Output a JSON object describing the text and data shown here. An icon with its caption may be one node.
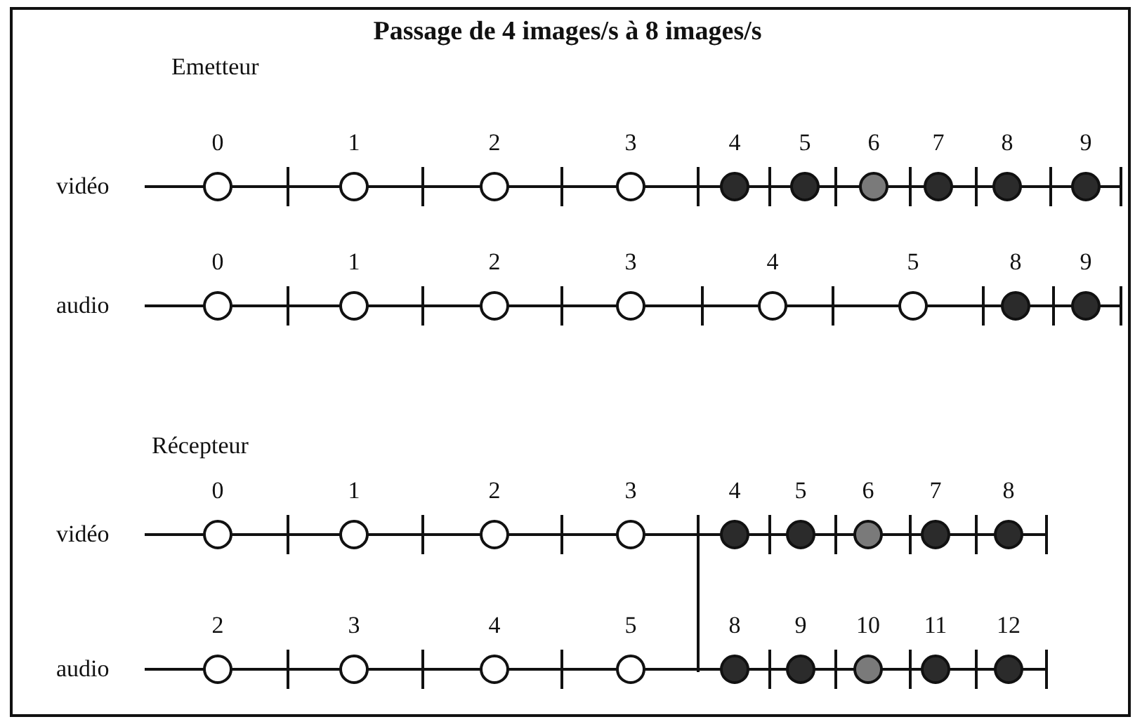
{
  "diagram": {
    "title": "Passage de 4 images/s à 8 images/s",
    "nodes": [
      {
        "text": [
          "0"
        ]
      },
      {
        "text": [
          "1"
        ]
      },
      {
        "text": [
          "2"
        ]
      },
      {
        "text": [
          "3"
        ]
      },
      {
        "text": [
          "4"
        ]
      },
      {
        "text": [
          "5"
        ]
      },
      {
        "text": [
          "6"
        ]
      },
      {
        "text": [
          "7"
        ]
      },
      {
        "text": [
          "8"
        ]
      },
      {
        "text": [
          "9"
        ]
      },
      {
        "text": [
          "0"
        ]
      },
      {
        "text": [
          "1"
        ]
      },
      {
        "text": [
          "2"
        ]
      },
      {
        "text": [
          "3"
        ]
      },
      {
        "text": [
          "4"
        ]
      },
      {
        "text": [
          "5"
        ]
      },
      {
        "text": [
          "8"
        ]
      },
      {
        "text": [
          "9"
        ]
      },
      {
        "text": [
          "0"
        ]
      },
      {
        "text": [
          "1"
        ]
      },
      {
        "text": [
          "2"
        ]
      },
      {
        "text": [
          "3"
        ]
      },
      {
        "text": [
          "4"
        ]
      },
      {
        "text": [
          "5"
        ]
      },
      {
        "text": [
          "6"
        ]
      },
      {
        "text": [
          "7"
        ]
      },
      {
        "text": [
          "8"
        ]
      },
      {
        "text": [
          "2"
        ]
      },
      {
        "text": [
          "3"
        ]
      },
      {
        "text": [
          "4"
        ]
      },
      {
        "text": [
          "5"
        ]
      },
      {
        "text": [
          "8"
        ]
      },
      {
        "text": [
          "9"
        ]
      },
      {
        "text": [
          "10"
        ]
      },
      {
        "text": [
          "11"
        ]
      },
      {
        "text": [
          "12"
        ]
      }
    ],
    "labels": [
      "Emetteur",
      "vidéo",
      "audio",
      "Récepteur",
      "vidéo",
      "audio"
    ]
  }
}
